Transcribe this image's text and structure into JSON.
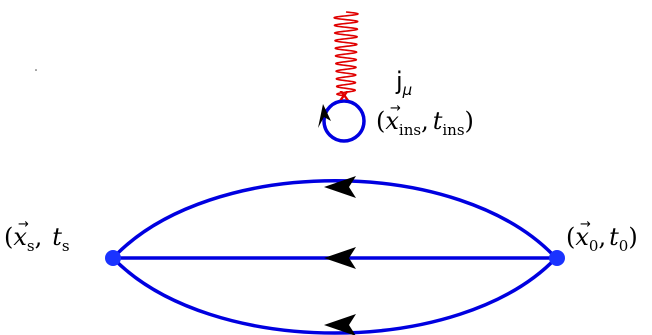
{
  "colors": {
    "propagator": "#0000e0",
    "vertex": "#1a33ff",
    "photon": "#e00000",
    "arrow": "#000000",
    "text": "#000000"
  },
  "labels": {
    "current": {
      "main": "j",
      "sub": "μ"
    },
    "insertion": {
      "open": "(",
      "vec": "x",
      "sub1": "ins",
      "comma": ",",
      "t": "t",
      "sub2": "ins",
      "close": ")"
    },
    "source": {
      "open": "(",
      "vec": "x",
      "sub1": "s",
      "comma": ",",
      "t": "t",
      "sub2": "s"
    },
    "sink": {
      "open": "(",
      "vec": "x",
      "sub1": "0",
      "comma": ",",
      "t": "t",
      "sub2": "0",
      "close": ")"
    },
    "vertex_mark": "x",
    "arrow_glyph": "→"
  },
  "diagram": {
    "type": "feynman-diagram",
    "description_nodes": [
      "source",
      "sink",
      "insertion-loop"
    ],
    "quark_lines": 3,
    "photon": true
  }
}
